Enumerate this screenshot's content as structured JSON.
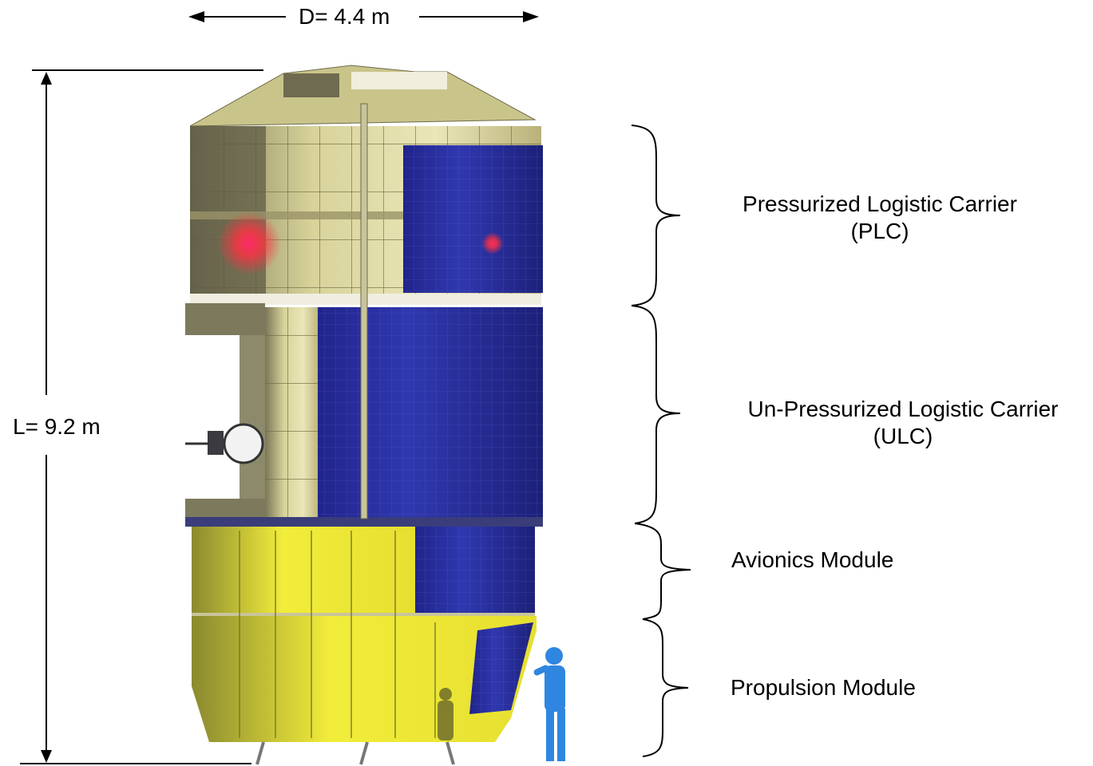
{
  "dimensions": {
    "diameter": "D= 4.4 m",
    "length": "L= 9.2 m"
  },
  "sections": [
    {
      "name": "Pressurized Logistic Carrier",
      "abbr": "(PLC)"
    },
    {
      "name": "Un-Pressurized Logistic Carrier",
      "abbr": "(ULC)"
    },
    {
      "name": "Avionics Module",
      "abbr": ""
    },
    {
      "name": "Propulsion Module",
      "abbr": ""
    }
  ],
  "colors": {
    "foil_gold": "#d9d27a",
    "foil_yellow": "#f2ec3a",
    "solar_blue": "#2a2fa0",
    "human_figure": "#2f86e0",
    "status_light": "#ff2a4a"
  }
}
